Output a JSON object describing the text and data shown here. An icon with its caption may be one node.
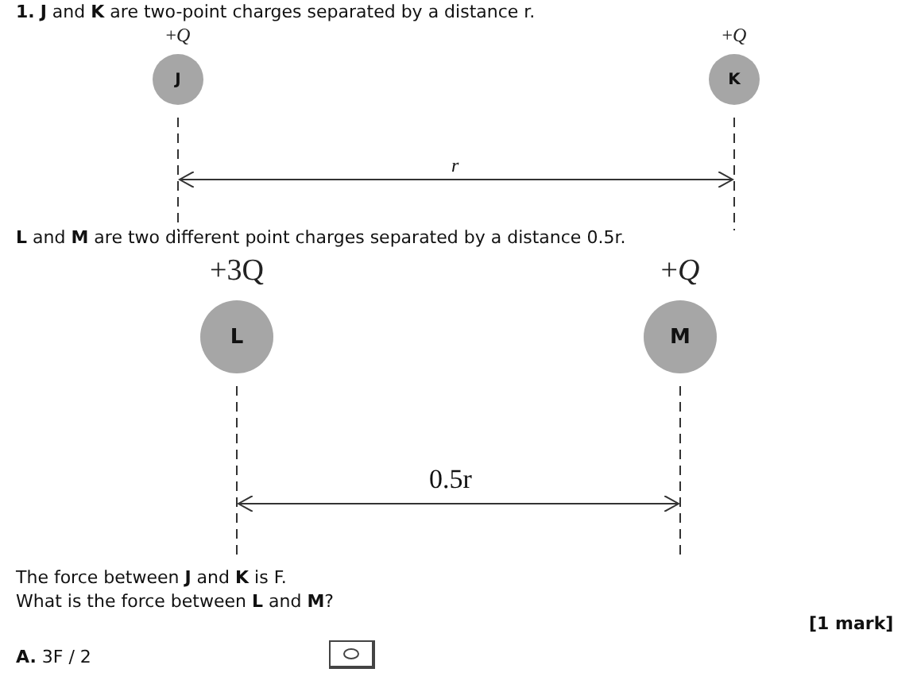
{
  "diagram": {
    "nodes": [
      {
        "text": [
          "J"
        ],
        "beside": [
          "+*Q*"
        ]
      },
      {
        "text": [
          "K"
        ],
        "beside": [
          "+*Q*"
        ]
      },
      {
        "text": [
          "L"
        ],
        "beside": [
          "+3Q"
        ]
      },
      {
        "text": [
          "M"
        ],
        "beside": [
          "+*Q*"
        ]
      }
    ],
    "labels": [
      "**1.** **J** and **K** are two-point charges separated by a distance r.",
      "*r*",
      "**L** and **M** are two different point charges separated by a distance 0.5r.",
      "0.5r",
      "The force between **J** and **K** is F.",
      "What is the force between **L** and **M**?",
      "[1 mark]",
      "**A.** 3F / 2"
    ]
  }
}
